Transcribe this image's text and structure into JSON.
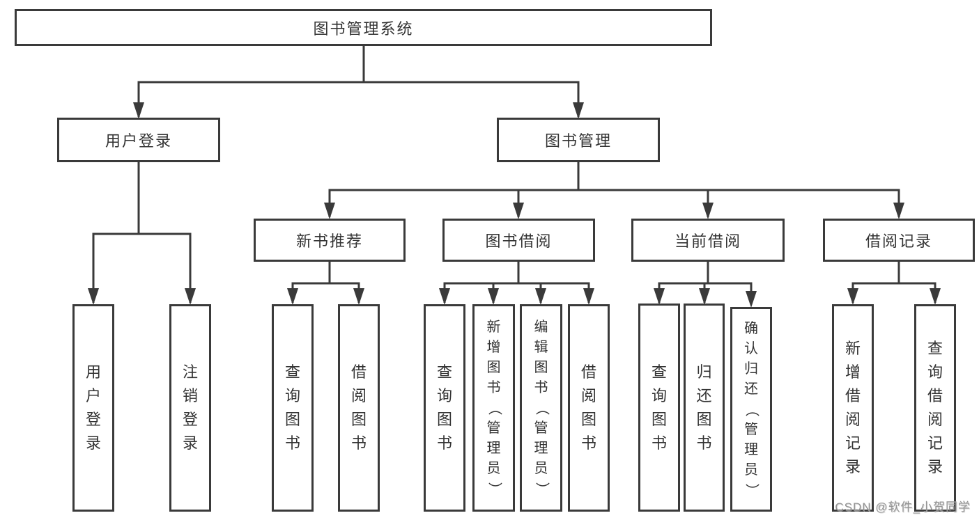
{
  "diagram_title": "图书管理系统",
  "colors": {
    "line": "#3a3a3a",
    "box_border": "#3a3a3a",
    "text": "#333333",
    "background": "#ffffff",
    "watermark": "#949494"
  },
  "watermark": "CSDN @软件_小贺同学",
  "nodes": {
    "root": "图书管理系统",
    "user_login": "用户登录",
    "book_mgmt": "图书管理",
    "new_book_rec": "新书推荐",
    "book_borrow": "图书借阅",
    "current_borrow": "当前借阅",
    "borrow_records": "借阅记录",
    "ul_login": "用户登录",
    "ul_logout": "注销登录",
    "nbr_query": "查询图书",
    "nbr_borrow": "借阅图书",
    "bb_query": "查询图书",
    "bb_add": "新增图书（管理员）",
    "bb_edit": "编辑图书（管理员）",
    "bb_borrow": "借阅图书",
    "cb_query": "查询图书",
    "cb_return": "归还图书",
    "cb_confirm": "确认归还（管理员）",
    "br_add": "新增借阅记录",
    "br_query": "查询借阅记录"
  },
  "hierarchy": {
    "图书管理系统": {
      "用户登录": [
        "用户登录",
        "注销登录"
      ],
      "图书管理": {
        "新书推荐": [
          "查询图书",
          "借阅图书"
        ],
        "图书借阅": [
          "查询图书",
          "新增图书（管理员）",
          "编辑图书（管理员）",
          "借阅图书"
        ],
        "当前借阅": [
          "查询图书",
          "归还图书",
          "确认归还（管理员）"
        ],
        "借阅记录": [
          "新增借阅记录",
          "查询借阅记录"
        ]
      }
    }
  }
}
